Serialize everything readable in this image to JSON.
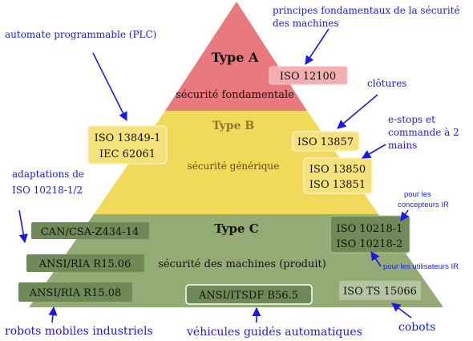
{
  "colors": {
    "tier_a": "#e8797d",
    "tier_b": "#f1da5a",
    "tier_c": "#94ab76",
    "annotation": "#1a1ae6"
  },
  "tiers": {
    "a": {
      "title": "Type A",
      "subtitle": "sécurité fondamentale"
    },
    "b": {
      "title": "Type B",
      "subtitle": "sécurité générique"
    },
    "c": {
      "title": "Type C",
      "subtitle": "sécurité des machines (produit)"
    }
  },
  "standards": {
    "iso_12100": "ISO 12100",
    "iso_13849_1": "ISO 13849-1",
    "iec_62061": "IEC 62061",
    "iso_13857": "ISO 13857",
    "iso_13850": "ISO 13850",
    "iso_13851": "ISO 13851",
    "can_csa_z434_14": "CAN/CSA-Z434-14",
    "iso_10218_1": "ISO 10218-1",
    "iso_10218_2": "ISO 10218-2",
    "ansi_ria_r15_06": "ANSI/RIA R15.06",
    "ansi_ria_r15_08": "ANSI/RIA R15.08",
    "ansi_itsdf_b56_5": "ANSI/ITSDF B56.5",
    "iso_ts_15066": "ISO TS 15066"
  },
  "annotations": {
    "principes_line1": "principes fondamentaux de la sécurité",
    "principes_line2": "des machines",
    "plc": "automate programmable (PLC)",
    "clotures": "clôtures",
    "estops_line1": "e-stops et",
    "estops_line2": "commande à 2",
    "estops_line3": "mains",
    "adaptations_line1": "adaptations de",
    "adaptations_line2": "ISO 10218-1/2",
    "concepteurs_line1": "pour les",
    "concepteurs_line2": "concepteurs IR",
    "utilisateurs": "pour les utilisateurs IR",
    "robots_mobiles": "robots mobiles industriels",
    "vehicules": "véhicules guidés automatiques",
    "cobots": "cobots"
  }
}
